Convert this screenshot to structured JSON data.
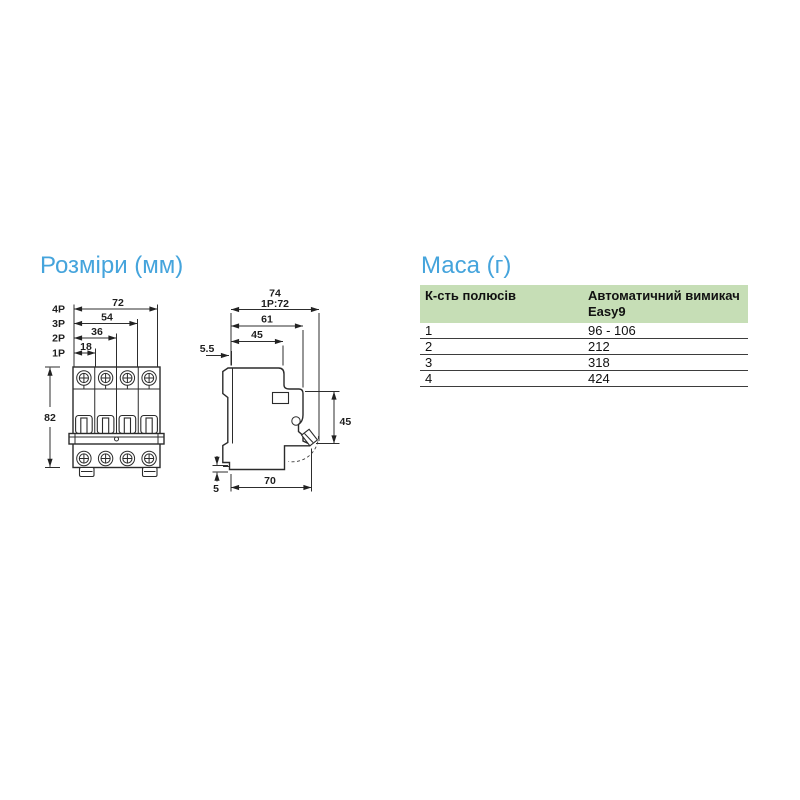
{
  "sections": {
    "dimensions": {
      "title": "Розміри (мм)",
      "front_view": {
        "pole_labels": [
          "4P",
          "3P",
          "2P",
          "1P"
        ],
        "width_dims_mm": [
          "72",
          "54",
          "36",
          "18"
        ],
        "height_dim_mm": "82"
      },
      "side_view": {
        "overall_depth_mm": "74",
        "overall_depth_note": "1P:72",
        "depth_to_face_mm": "61",
        "depth_to_recess_mm": "45",
        "din_clip_mm": "5.5",
        "front_height_mm": "45",
        "bottom_step_mm": "5",
        "bottom_depth_mm": "70"
      }
    },
    "mass": {
      "title": "Маса (г)",
      "table": {
        "col1_header": "К-сть полюсів",
        "col2_header": "Автоматичний вимикач Easy9",
        "rows": [
          {
            "poles": "1",
            "mass": "96 - 106"
          },
          {
            "poles": "2",
            "mass": "212"
          },
          {
            "poles": "3",
            "mass": "318"
          },
          {
            "poles": "4",
            "mass": "424"
          }
        ]
      }
    }
  },
  "colors": {
    "title_blue": "#45a4dc",
    "table_header_green": "#c6deb6",
    "drawing_line": "#2b2b2b"
  }
}
